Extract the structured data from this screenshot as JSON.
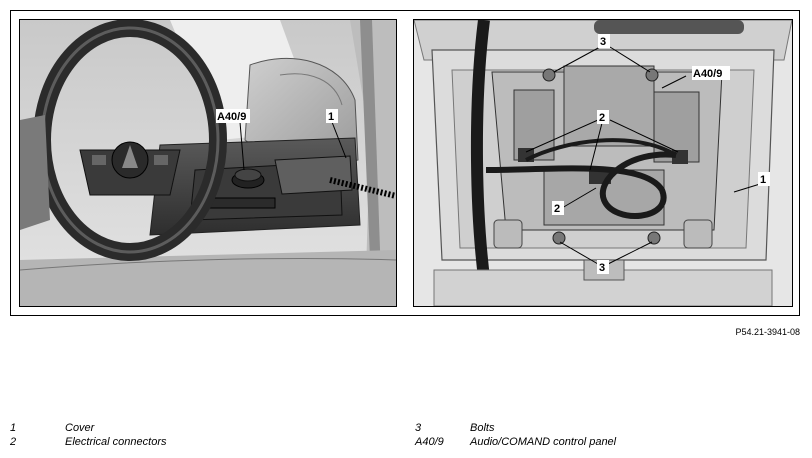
{
  "callouts": {
    "left": [
      {
        "id": "A40/9"
      },
      {
        "id": "1"
      }
    ],
    "right": [
      {
        "id": "3"
      },
      {
        "id": "A40/9"
      },
      {
        "id": "2"
      },
      {
        "id": "2"
      },
      {
        "id": "1"
      },
      {
        "id": "3"
      }
    ]
  },
  "reference_code": "P54.21-3941-08",
  "legend": [
    {
      "num": "1",
      "text": "Cover"
    },
    {
      "num": "2",
      "text": "Electrical connectors"
    },
    {
      "num": "3",
      "text": "Bolts"
    },
    {
      "num": "A40/9",
      "text": "Audio/COMAND control panel"
    }
  ]
}
